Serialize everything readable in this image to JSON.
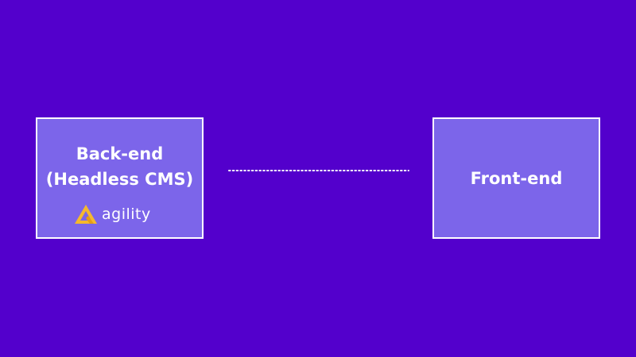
{
  "backend": {
    "title_line1": "Back-end",
    "title_line2": "(Headless CMS)",
    "logo_text": "agility",
    "logo_icon": "agility-logo-triangle-icon"
  },
  "frontend": {
    "title": "Front-end"
  },
  "connector": {
    "style": "dotted"
  },
  "colors": {
    "background": "#5300cc",
    "box_fill": "#7c65ea",
    "box_border": "#ffffff",
    "text": "#ffffff",
    "logo_accent": "#f5b82e"
  }
}
